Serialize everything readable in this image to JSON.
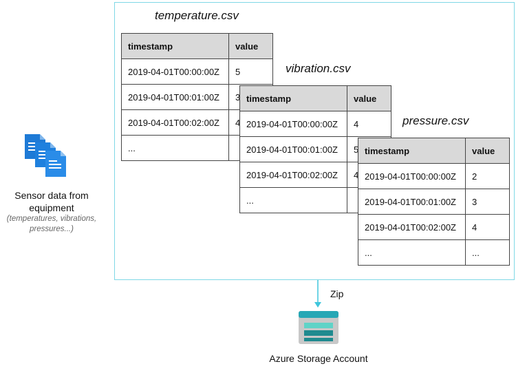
{
  "files": [
    {
      "name": "temperature.csv",
      "headers": [
        "timestamp",
        "value"
      ],
      "rows": [
        [
          "2019-04-01T00:00:00Z",
          "5"
        ],
        [
          "2019-04-01T00:01:00Z",
          "3"
        ],
        [
          "2019-04-01T00:02:00Z",
          "4"
        ],
        [
          "...",
          ""
        ]
      ]
    },
    {
      "name": "vibration.csv",
      "headers": [
        "timestamp",
        "value"
      ],
      "rows": [
        [
          "2019-04-01T00:00:00Z",
          "4"
        ],
        [
          "2019-04-01T00:01:00Z",
          "5"
        ],
        [
          "2019-04-01T00:02:00Z",
          "4"
        ],
        [
          "...",
          ""
        ]
      ]
    },
    {
      "name": "pressure.csv",
      "headers": [
        "timestamp",
        "value"
      ],
      "rows": [
        [
          "2019-04-01T00:00:00Z",
          "2"
        ],
        [
          "2019-04-01T00:01:00Z",
          "3"
        ],
        [
          "2019-04-01T00:02:00Z",
          "4"
        ],
        [
          "...",
          "..."
        ]
      ]
    }
  ],
  "source": {
    "title": "Sensor data from equipment",
    "subtitle": "(temperatures, vibrations, pressures...)",
    "icon": "documents-icon"
  },
  "flow": {
    "label": "Zip"
  },
  "destination": {
    "label": "Azure Storage Account",
    "icon": "storage-account-icon"
  },
  "colors": {
    "frame_border": "#7fd8e6",
    "arrow": "#3fc6dc",
    "doc_blue": "#1e7ad6",
    "storage_top": "#27a7b5",
    "storage_mid": "#1f8a8f",
    "storage_body": "#c8c8c8"
  }
}
